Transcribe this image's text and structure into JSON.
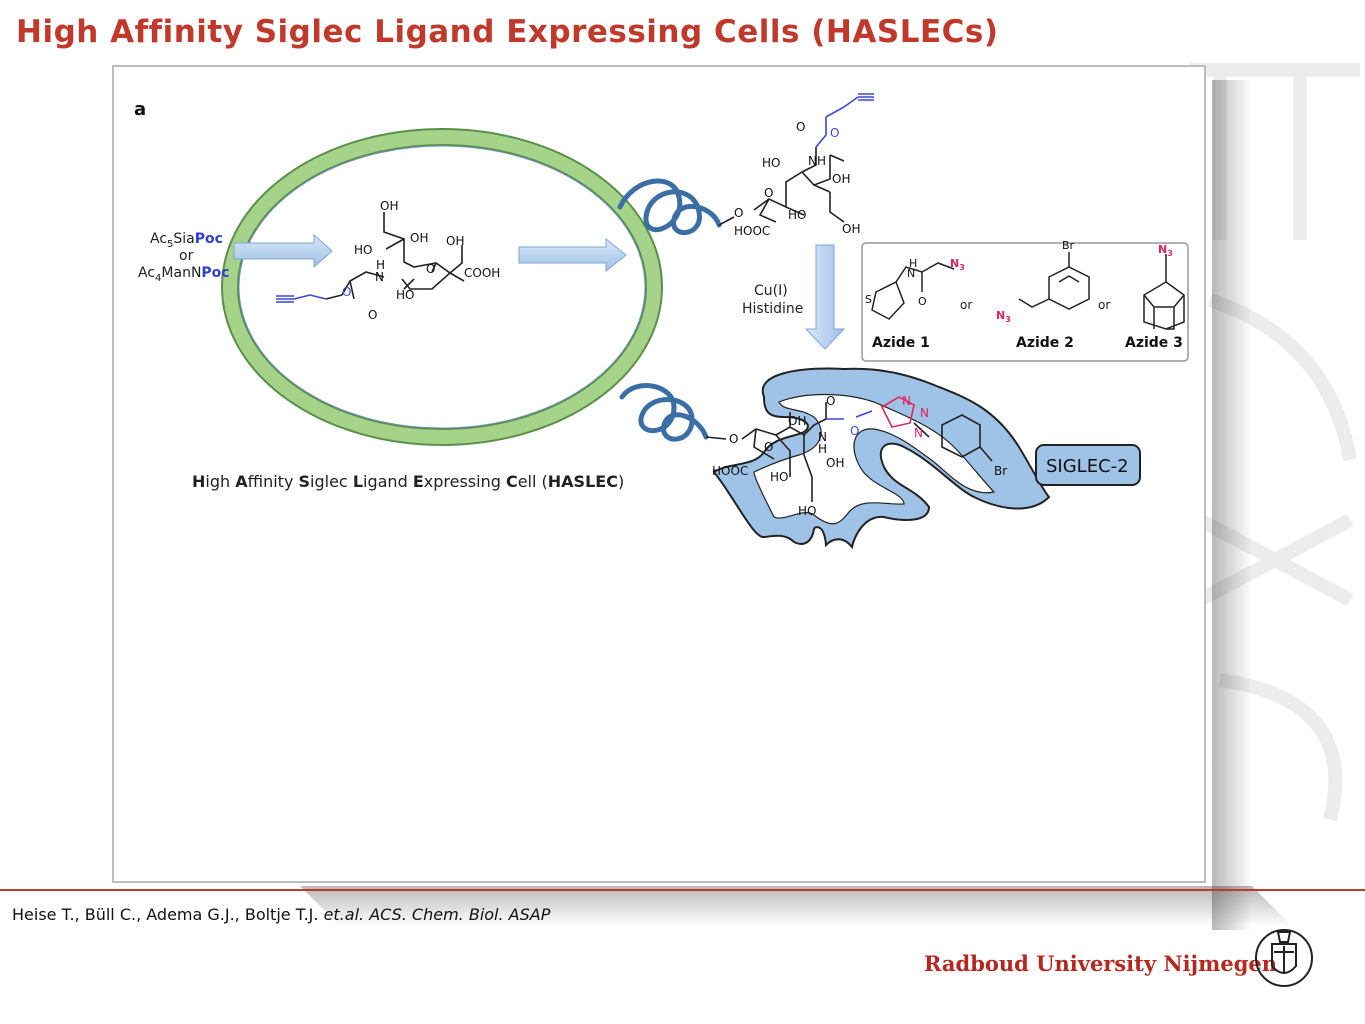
{
  "slide": {
    "title": "High Affinity Siglec Ligand Expressing Cells (HASLECs)",
    "citation_authors": "Heise T., Büll C., Adema G.J., Boltje T.J.",
    "citation_journal": "et.al. ACS. Chem. Biol. ASAP",
    "university": "Radboud University Nijmegen"
  },
  "figure": {
    "panel_label": "a",
    "inputs": {
      "line1_prefix": "Ac",
      "line1_sub": "5",
      "line1_mid": "Sia",
      "line1_suffix": "Poc",
      "or": "or",
      "line2_prefix": "Ac",
      "line2_sub": "4",
      "line2_mid": "ManN",
      "line2_suffix": "Poc"
    },
    "inner_molecule": {
      "oh_top": "OH",
      "oh_c8": "OH",
      "ho_left": "HO",
      "oh_right": "OH",
      "h": "H",
      "n": "N",
      "o_ring": "O",
      "cooh": "COOH",
      "ho_bottom": "HO",
      "o_carbamate_1": "O",
      "o_carbamate_2": "O"
    },
    "top_molecule": {
      "o1": "O",
      "o2": "O",
      "nh": "NH",
      "ho1": "HO",
      "oh1": "OH",
      "ho2": "HO",
      "oh2": "OH",
      "o_link": "O",
      "o_ring": "O",
      "hooc": "HOOC"
    },
    "reaction": {
      "reagent1": "Cu(I)",
      "reagent2": "Histidine"
    },
    "azides": {
      "azide1": "Azide 1",
      "azide2": "Azide 2",
      "azide3": "Azide 3",
      "or1": "or",
      "or2": "or",
      "n3": "N",
      "n3_sub": "3",
      "h": "H",
      "n": "N",
      "o": "O",
      "s": "S",
      "br": "Br"
    },
    "bottom_molecule": {
      "oh1": "OH",
      "o_carb": "O",
      "n1": "N",
      "n2": "N",
      "n3": "N",
      "nh": "N",
      "h": "H",
      "o_link": "O",
      "o_ring": "O",
      "hooc": "HOOC",
      "ho1": "HO",
      "oh2": "OH",
      "ho2": "HO",
      "br": "Br"
    },
    "siglec_label": "SIGLEC-2",
    "haslec_caption": {
      "p1b": "H",
      "p1": "igh ",
      "p2b": "A",
      "p2": "ffinity ",
      "p3b": "S",
      "p3": "iglec ",
      "p4b": "L",
      "p4": "igand ",
      "p5b": "E",
      "p5": "xpressing ",
      "p6b": "C",
      "p6": "ell (",
      "p7b": "HASLEC",
      "p8": ")"
    }
  },
  "colors": {
    "title_red": "#c0392b",
    "cell_green": "#9ccc7c",
    "arrow_blue": "#b7d3f0",
    "protein_blue": "#9fc3e7",
    "glycan_blue": "#3a6ea5",
    "alkyne_blue": "#3b47d6",
    "azide_red": "#e0245e"
  }
}
